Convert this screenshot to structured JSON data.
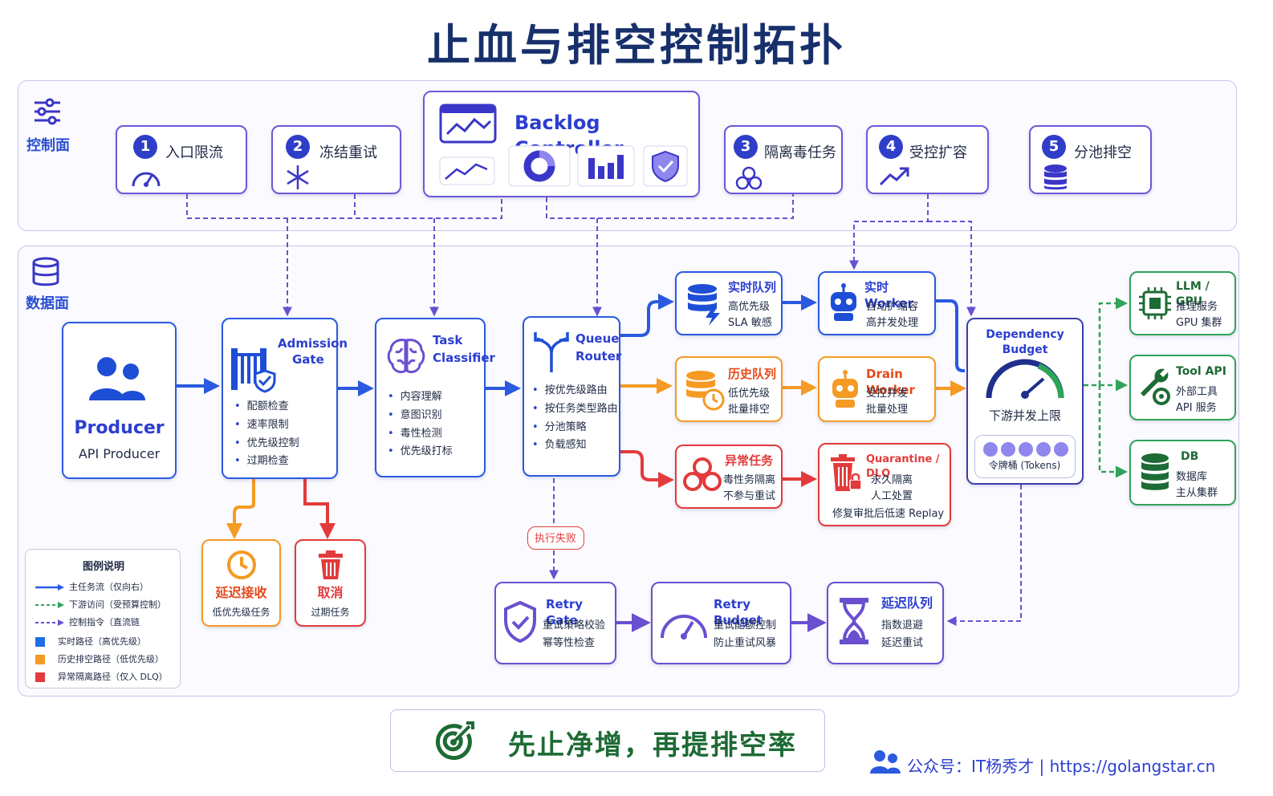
{
  "title": "止血与排空控制拓扑",
  "control_plane": {
    "label": "控制面",
    "items": [
      {
        "num": "1",
        "label": "入口限流"
      },
      {
        "num": "2",
        "label": "冻结重试"
      },
      {
        "num": "3",
        "label": "隔离毒任务"
      },
      {
        "num": "4",
        "label": "受控扩容"
      },
      {
        "num": "5",
        "label": "分池排空"
      }
    ],
    "backlog_controller": "Backlog Controller"
  },
  "data_plane": {
    "label": "数据面",
    "producer": {
      "title": "Producer",
      "subtitle": "API Producer"
    },
    "admission": {
      "title1": "Admission",
      "title2": "Gate",
      "items": [
        "配额检查",
        "速率限制",
        "优先级控制",
        "过期检查"
      ]
    },
    "classifier": {
      "title1": "Task",
      "title2": "Classifier",
      "items": [
        "内容理解",
        "意图识别",
        "毒性检测",
        "优先级打标"
      ]
    },
    "router": {
      "title1": "Queue",
      "title2": "Router",
      "items": [
        "按优先级路由",
        "按任务类型路由",
        "分池策略",
        "负载感知"
      ]
    },
    "realtime_queue": {
      "title": "实时队列",
      "lines": [
        "高优先级",
        "SLA 敏感"
      ]
    },
    "history_queue": {
      "title": "历史队列",
      "lines": [
        "低优先级",
        "批量排空"
      ]
    },
    "abnormal": {
      "title": "异常任务",
      "lines": [
        "毒性务隔离",
        "不参与重试"
      ]
    },
    "realtime_worker": {
      "title": "实时 Worker",
      "lines": [
        "自动扩缩容",
        "高并发处理"
      ]
    },
    "drain_worker": {
      "title": "Drain Worker",
      "lines": [
        "受控并发",
        "批量处理"
      ]
    },
    "quarantine": {
      "title": "Quarantine / DLQ",
      "lines": [
        "永久隔离",
        "人工处置",
        "修复审批后低速 Replay"
      ]
    },
    "dependency": {
      "title": "Dependency Budget",
      "gauge_label": "下游并发上限",
      "tokens": "令牌桶 (Tokens)"
    },
    "llm": {
      "title": "LLM / GPU",
      "lines": [
        "推理服务",
        "GPU 集群"
      ]
    },
    "tool": {
      "title": "Tool API",
      "lines": [
        "外部工具",
        "API 服务"
      ]
    },
    "db": {
      "title": "DB",
      "lines": [
        "数据库",
        "主从集群"
      ]
    },
    "delay_accept": {
      "title": "延迟接收",
      "line": "低优先级任务"
    },
    "cancel": {
      "title": "取消",
      "line": "过期任务"
    },
    "exec_fail": "执行失败",
    "retry_gate": {
      "title": "Retry Gate",
      "lines": [
        "重试策略校验",
        "幂等性检查"
      ]
    },
    "retry_budget": {
      "title": "Retry Budget",
      "lines": [
        "重试配额控制",
        "防止重试风暴"
      ]
    },
    "delay_queue": {
      "title": "延迟队列",
      "lines": [
        "指数退避",
        "延迟重试"
      ]
    }
  },
  "legend": {
    "title": "图例说明",
    "rows": [
      "主任务流（仅向右）",
      "下游访问（受预算控制）",
      "控制指令（直流链",
      "实时路径（高优先级）",
      "历史排空路径（低优先级）",
      "异常隔离路径（仅入 DLQ）"
    ]
  },
  "slogan": "先止净增，再提排空率",
  "footer": "公众号：IT杨秀才  |  https://golangstar.cn",
  "colors": {
    "main": "#2b5ae0",
    "realtime": "#2b5ae0",
    "history": "#f59a23",
    "abnormal": "#e23b3b",
    "downstream": "#2fa35a",
    "control": "#6a4fd0"
  }
}
